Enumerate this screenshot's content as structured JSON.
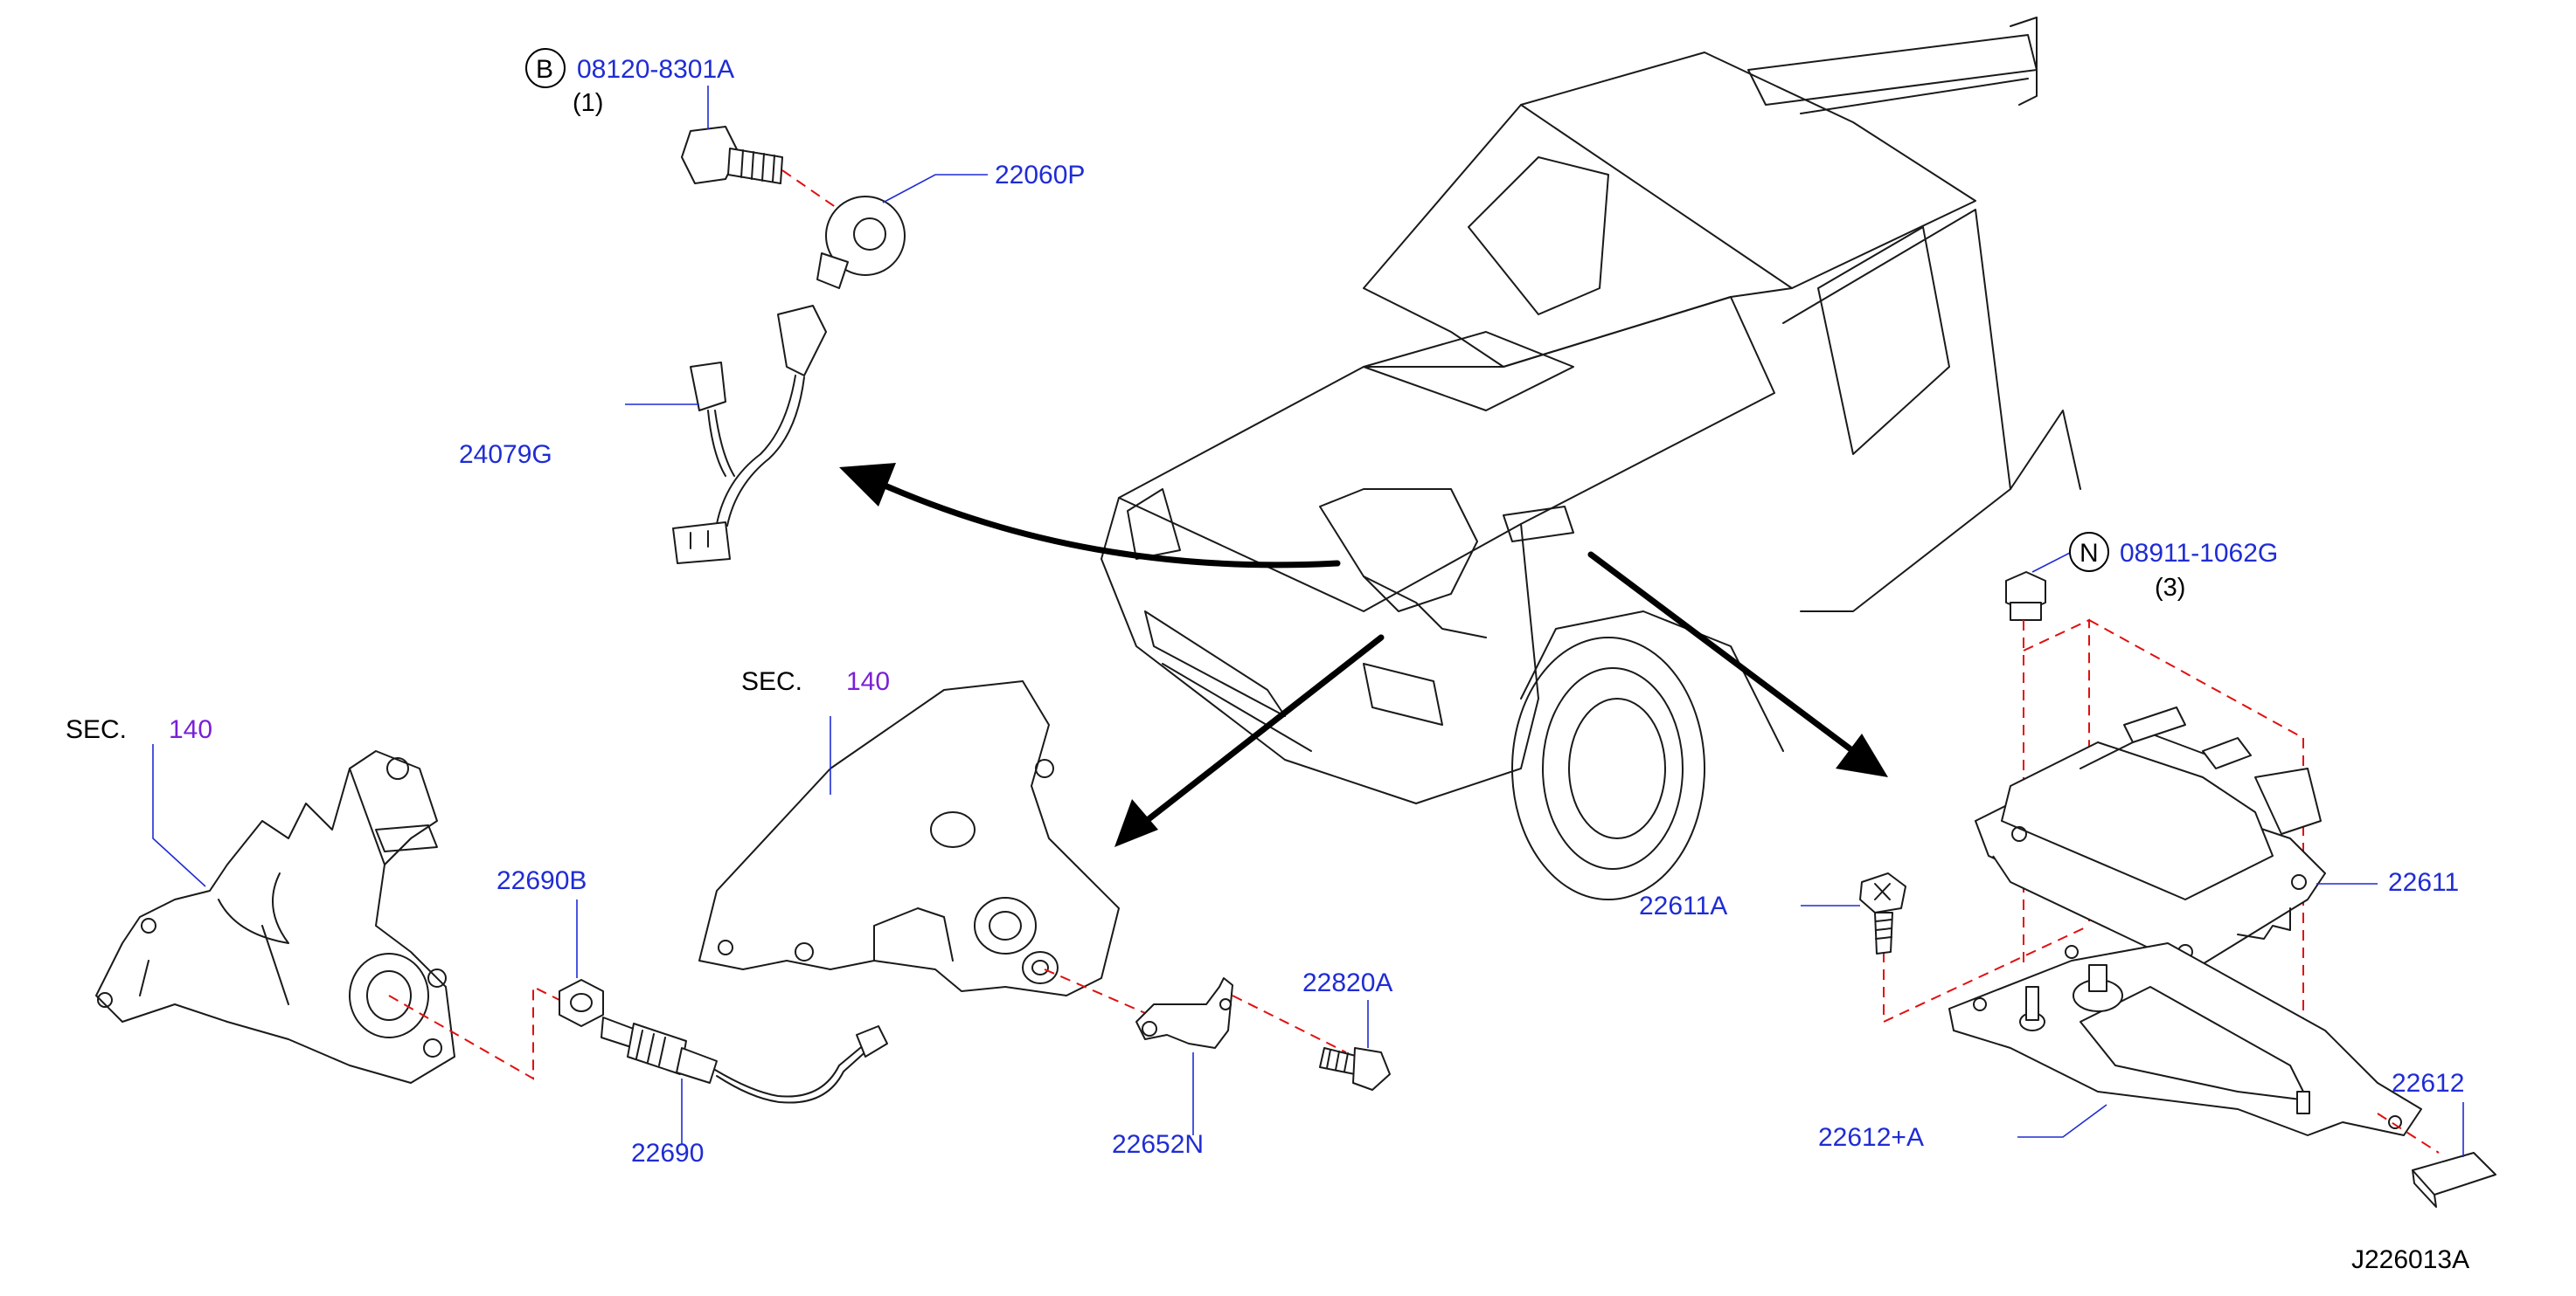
{
  "diagram_code": "J226013A",
  "callouts": {
    "bolt": {
      "circle_letter": "B",
      "part_number": "08120-8301A",
      "qty": "(1)"
    },
    "nut": {
      "circle_letter": "N",
      "part_number": "08911-1062G",
      "qty": "(3)"
    }
  },
  "labels": {
    "knock_sensor": "22060P",
    "harness": "24079G",
    "o2_sensor_nut": "22690B",
    "o2_sensor": "22690",
    "bracket": "22652N",
    "bracket_bolt": "22820A",
    "ecm_bolt": "22611A",
    "ecm": "22611",
    "ecm_bracket": "22612+A",
    "ecm_clip": "22612"
  },
  "sections": {
    "left": {
      "prefix": "SEC.",
      "number": "140"
    },
    "center": {
      "prefix": "SEC.",
      "number": "140"
    }
  }
}
